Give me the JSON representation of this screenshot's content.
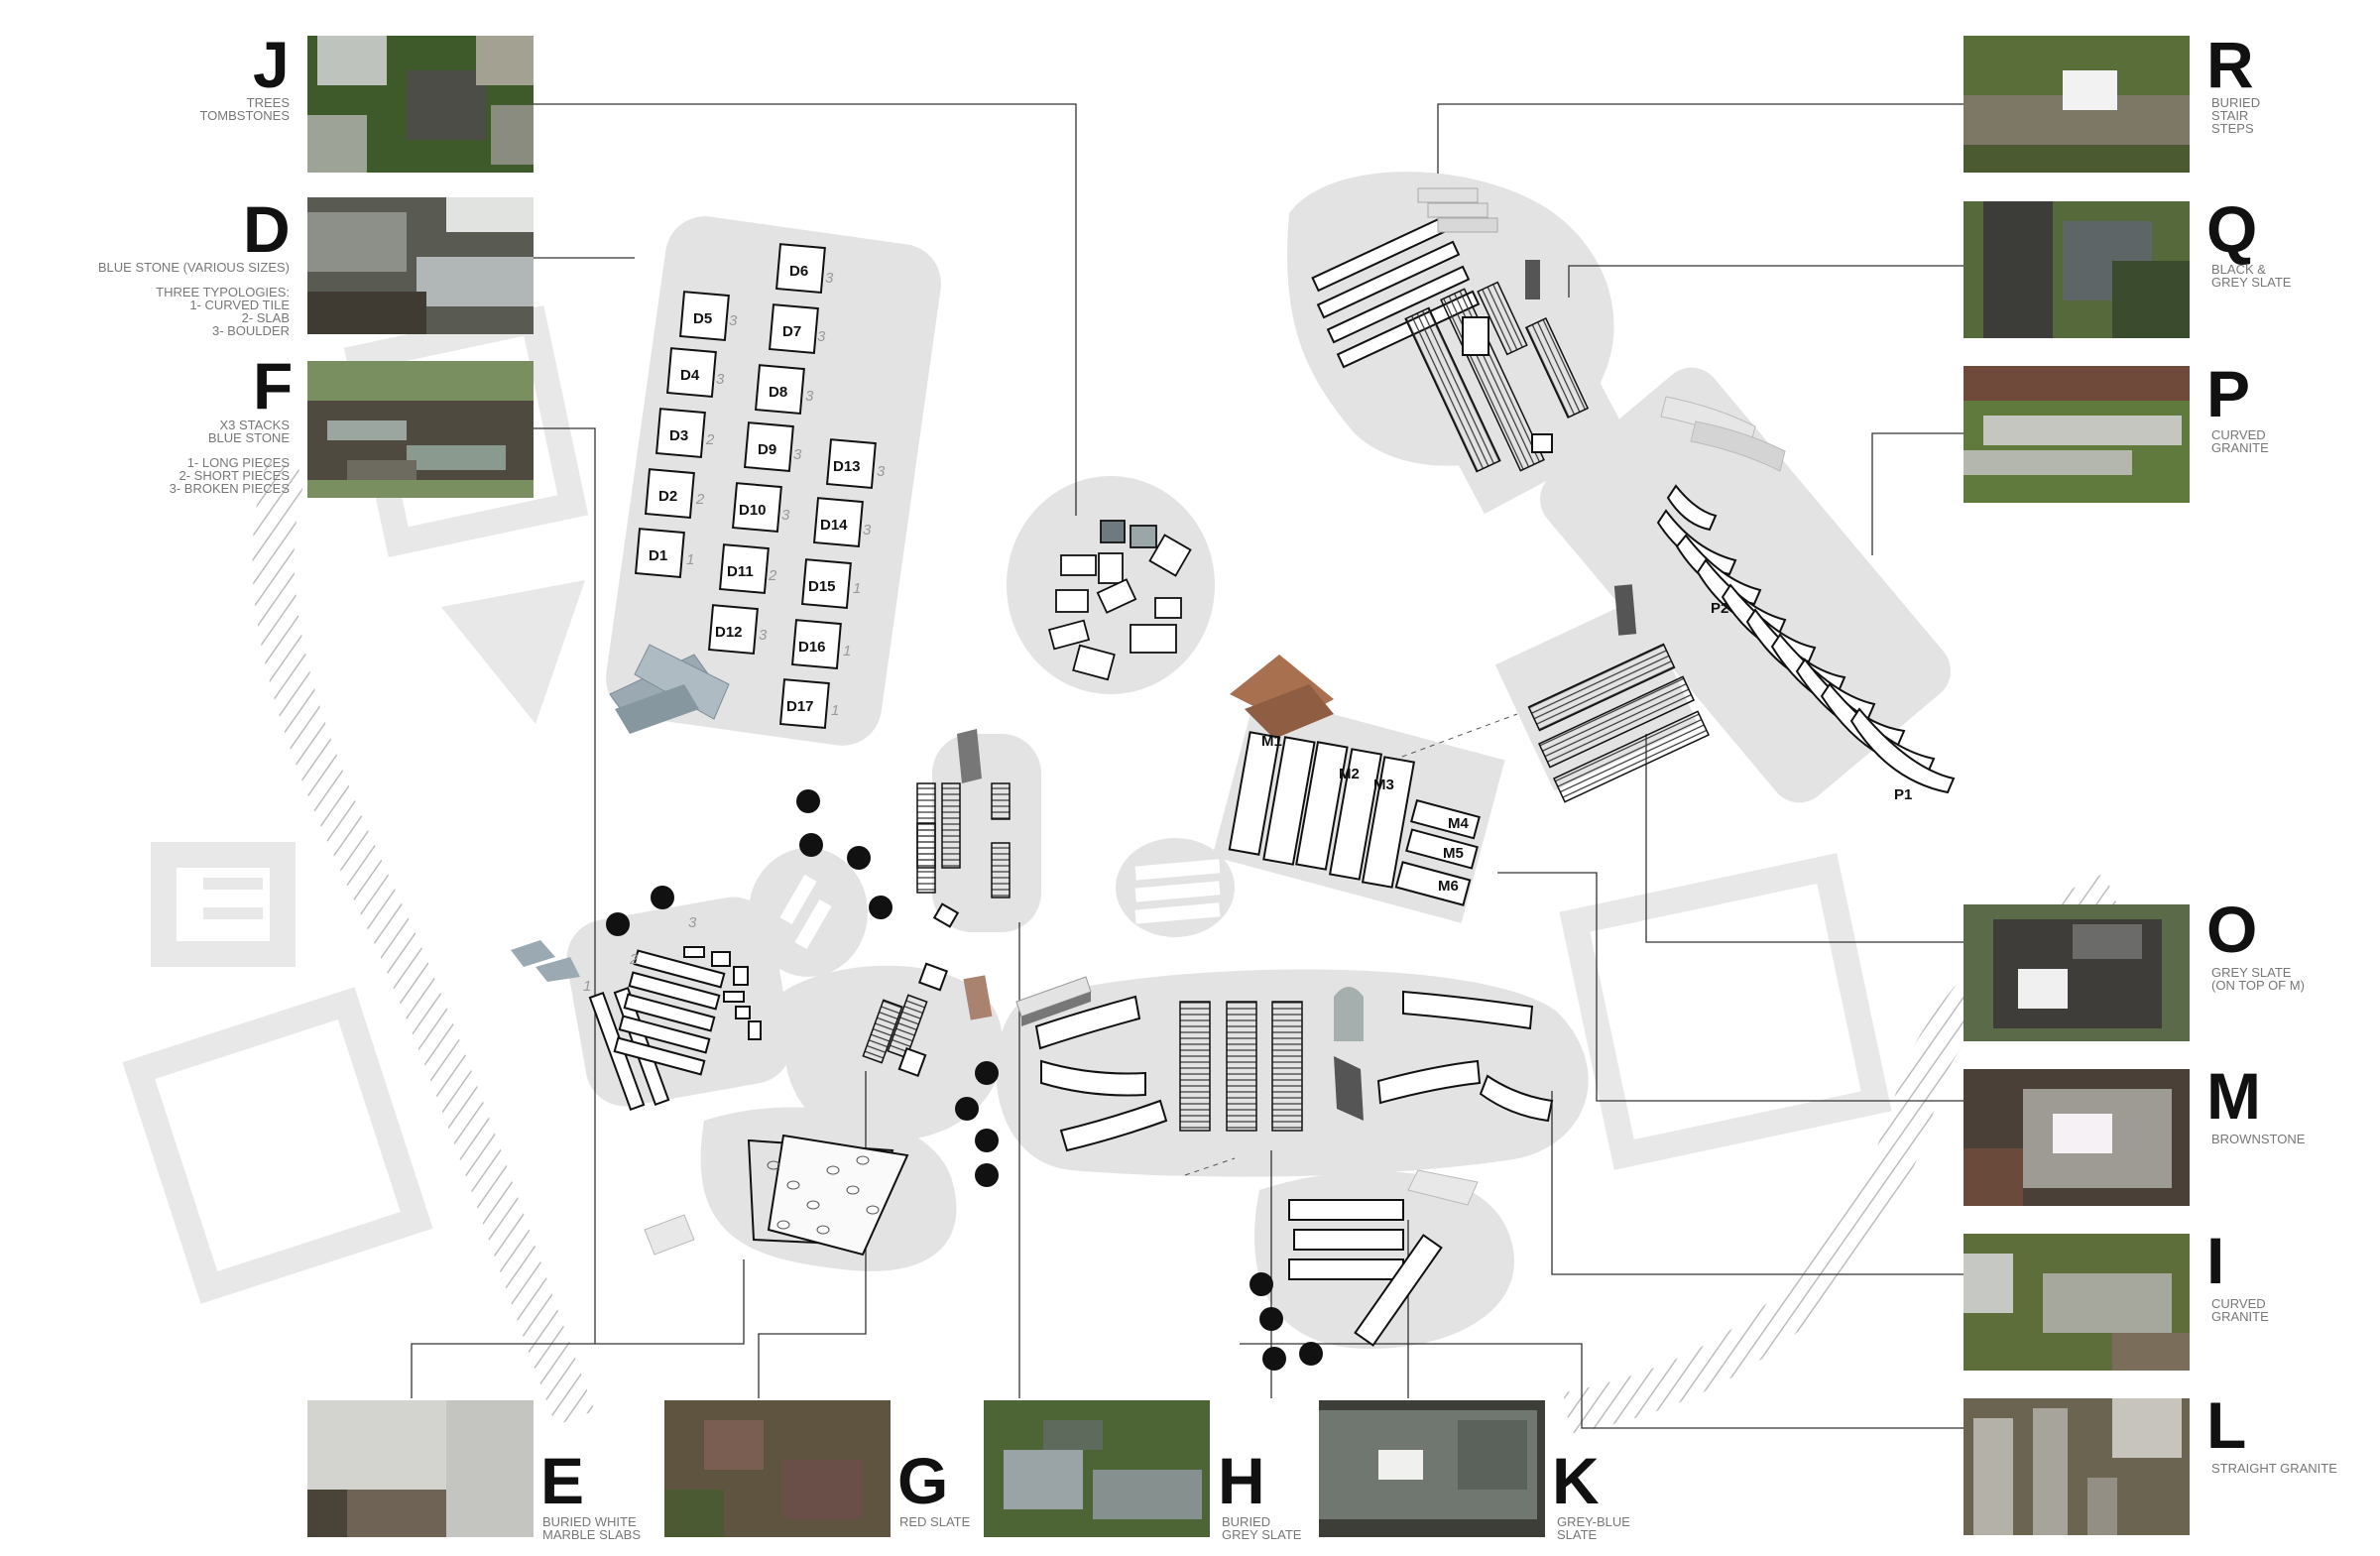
{
  "legend": {
    "J": {
      "letter": "J",
      "desc": "TREES\nTOMBSTONES"
    },
    "D": {
      "letter": "D",
      "desc": "BLUE STONE (VARIOUS SIZES)",
      "desc2": "THREE TYPOLOGIES:\n1- CURVED TILE\n2- SLAB\n3- BOULDER"
    },
    "F": {
      "letter": "F",
      "desc": "X3 STACKS\nBLUE STONE",
      "desc2": "1- LONG PIECES\n2- SHORT PIECES\n3- BROKEN PIECES"
    },
    "R": {
      "letter": "R",
      "desc": "BURIED\nSTAIR\nSTEPS"
    },
    "Q": {
      "letter": "Q",
      "desc": "BLACK &\nGREY SLATE"
    },
    "P": {
      "letter": "P",
      "desc": "CURVED\nGRANITE"
    },
    "O": {
      "letter": "O",
      "desc": "GREY SLATE\n(ON TOP OF M)"
    },
    "M": {
      "letter": "M",
      "desc": "BROWNSTONE"
    },
    "I": {
      "letter": "I",
      "desc": "CURVED\nGRANITE"
    },
    "L": {
      "letter": "L",
      "desc": "STRAIGHT GRANITE"
    },
    "E": {
      "letter": "E",
      "desc": "BURIED WHITE\nMARBLE SLABS"
    },
    "G": {
      "letter": "G",
      "desc": "RED SLATE"
    },
    "H": {
      "letter": "H",
      "desc": "BURIED\nGREY SLATE"
    },
    "K": {
      "letter": "K",
      "desc": "GREY-BLUE\nSLATE"
    }
  },
  "d_labels": [
    "D1",
    "D2",
    "D3",
    "D4",
    "D5",
    "D6",
    "D7",
    "D8",
    "D9",
    "D10",
    "D11",
    "D12",
    "D13",
    "D14",
    "D15",
    "D16",
    "D17"
  ],
  "d_numbers": [
    "1",
    "2",
    "2",
    "3",
    "3",
    "3",
    "3",
    "3",
    "3",
    "3",
    "2",
    "3",
    "3",
    "3",
    "1",
    "1",
    "1"
  ],
  "f_numbers": [
    "1",
    "2",
    "3"
  ],
  "m_labels": [
    "M1",
    "M2",
    "M3",
    "M4",
    "M5",
    "M6"
  ],
  "p_labels": [
    "P1",
    "P2"
  ],
  "colors": {
    "blob": "#e3e3e3",
    "ghost": "#e6e6e6",
    "line": "#333333",
    "bluestone": "#9aa9b2",
    "brown": "#a8704f",
    "red": "#a98270",
    "slate": "#777777"
  }
}
